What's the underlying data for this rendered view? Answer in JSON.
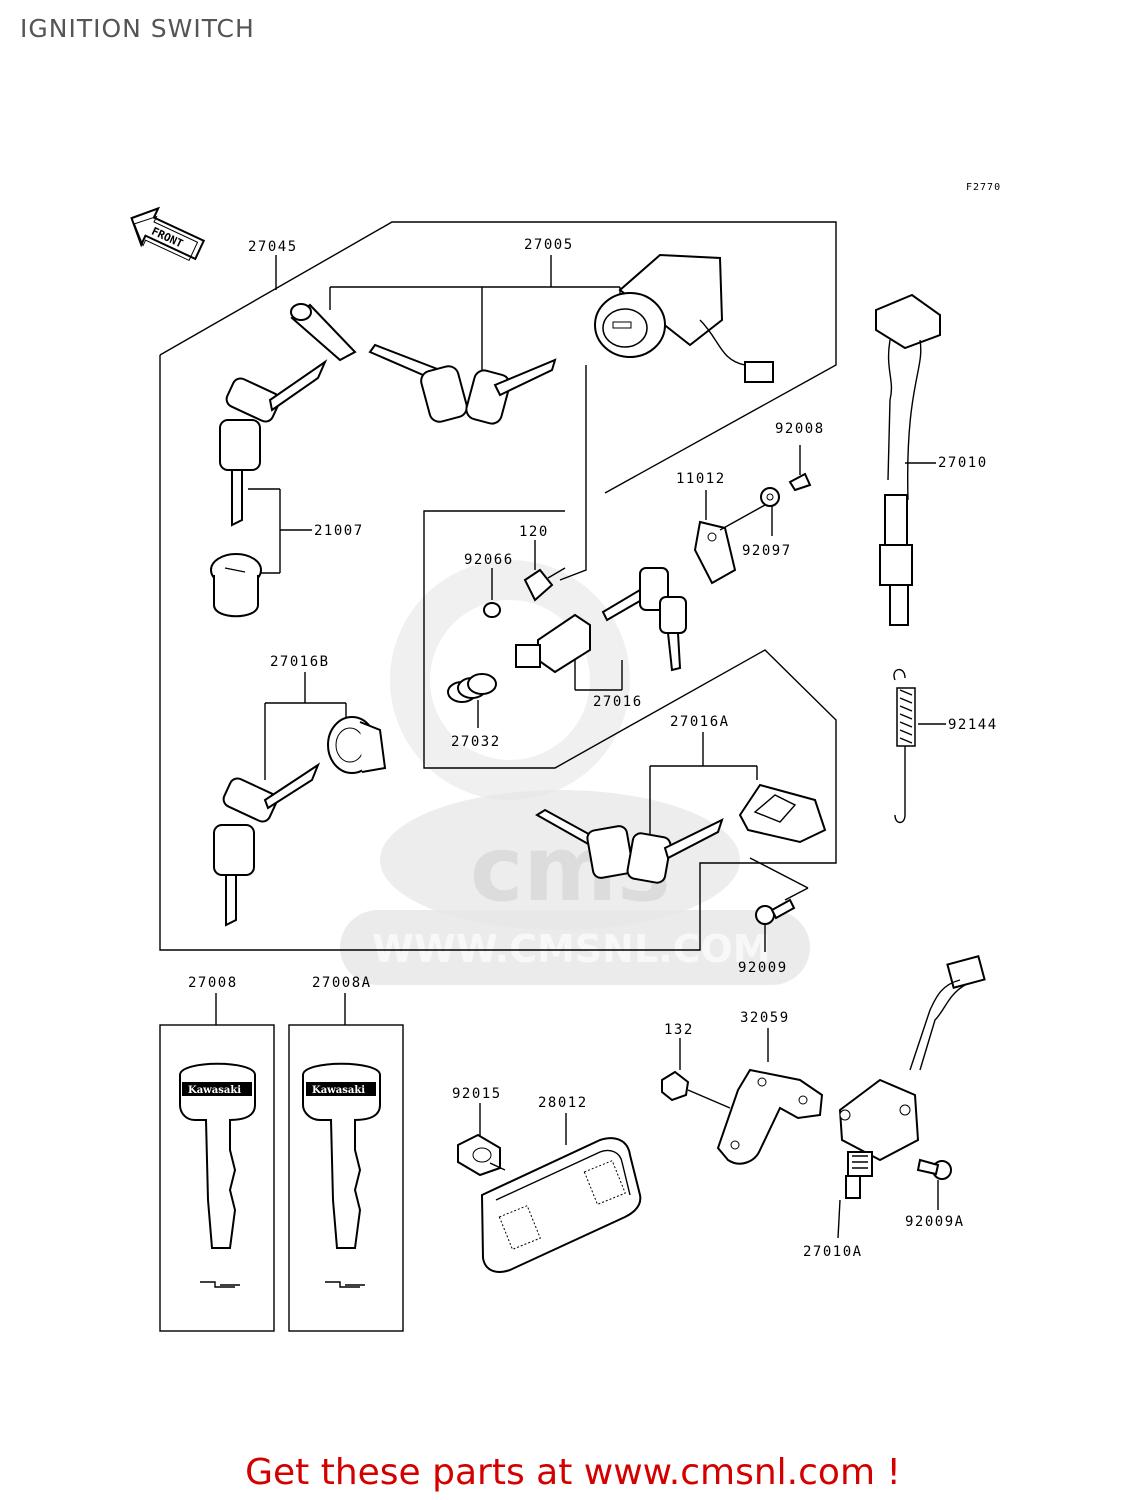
{
  "title": "IGNITION SWITCH",
  "figure_code": "F2770",
  "front_label": "FRONT",
  "watermark_text": "WWW.CMSNL.COM",
  "watermark_logo": "cms",
  "key_brand": "Kawasaki",
  "parts": [
    {
      "id": "p27045",
      "label": "27045"
    },
    {
      "id": "p27005",
      "label": "27005"
    },
    {
      "id": "p21007",
      "label": "21007"
    },
    {
      "id": "p27016B",
      "label": "27016B"
    },
    {
      "id": "p92008",
      "label": "92008"
    },
    {
      "id": "p11012",
      "label": "11012"
    },
    {
      "id": "p92097",
      "label": "92097"
    },
    {
      "id": "p27010",
      "label": "27010"
    },
    {
      "id": "p120",
      "label": "120"
    },
    {
      "id": "p92066",
      "label": "92066"
    },
    {
      "id": "p27016",
      "label": "27016"
    },
    {
      "id": "p27032",
      "label": "27032"
    },
    {
      "id": "p27016A",
      "label": "27016A"
    },
    {
      "id": "p92144",
      "label": "92144"
    },
    {
      "id": "p92009",
      "label": "92009"
    },
    {
      "id": "p27008",
      "label": "27008"
    },
    {
      "id": "p27008A",
      "label": "27008A"
    },
    {
      "id": "p132",
      "label": "132"
    },
    {
      "id": "p32059",
      "label": "32059"
    },
    {
      "id": "p92015",
      "label": "92015"
    },
    {
      "id": "p28012",
      "label": "28012"
    },
    {
      "id": "p92009A",
      "label": "92009A"
    },
    {
      "id": "p27010A",
      "label": "27010A"
    }
  ],
  "promo_text": "Get these parts at www.cmsnl.com !",
  "colors": {
    "promo": "#d40000",
    "title": "#555555",
    "watermark": "#e6e6e6"
  }
}
